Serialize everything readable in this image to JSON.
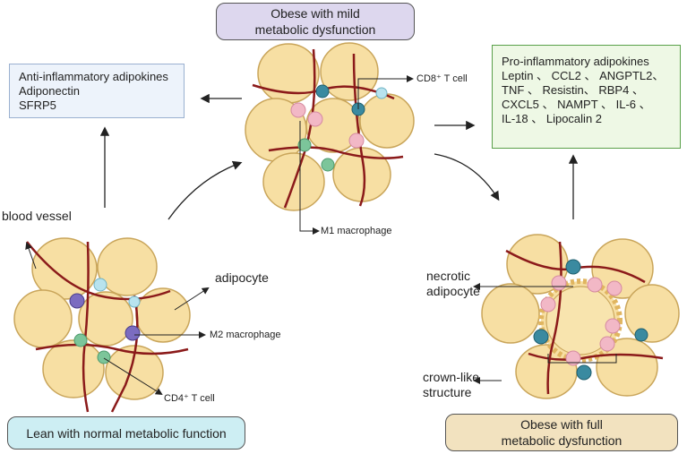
{
  "panels": {
    "mild_title": [
      "Obese with mild",
      "metabolic dysfunction"
    ],
    "lean_title": "Lean with normal metabolic function",
    "full_title": [
      "Obese with full",
      "metabolic dysfunction"
    ]
  },
  "anti_box": [
    "Anti-inflammatory adipokines",
    "Adiponectin",
    "SFRP5"
  ],
  "pro_box": [
    "Pro-inflammatory adipokines",
    "Leptin 、 CCL2 、 ANGPTL2、",
    "TNF 、 Resistin、 RBP4 、",
    "CXCL5 、 NAMPT 、 IL-6 、",
    "IL-18 、 Lipocalin 2"
  ],
  "labels": {
    "cd8": "CD8⁺ T cell",
    "m1": "M1 macrophage",
    "blood_vessel": "blood vessel",
    "adipocyte": "adipocyte",
    "m2": "M2 macrophage",
    "cd4": "CD4⁺ T cell",
    "necrotic": [
      "necrotic",
      "adipocyte"
    ],
    "crown": [
      "crown-like",
      "structure"
    ]
  },
  "colors": {
    "adipocyte_fill": "#f7dfa3",
    "adipocyte_stroke": "#c9a55a",
    "vessel": "#8b1a1a",
    "m1_macrophage": "#f2b8c6",
    "m2_macrophage": "#7b6cc0",
    "cd8_t_cell": "#3a8aa0",
    "cd4_t_cell": "#7cc59a",
    "light_t_cell": "#b8e3ee"
  }
}
